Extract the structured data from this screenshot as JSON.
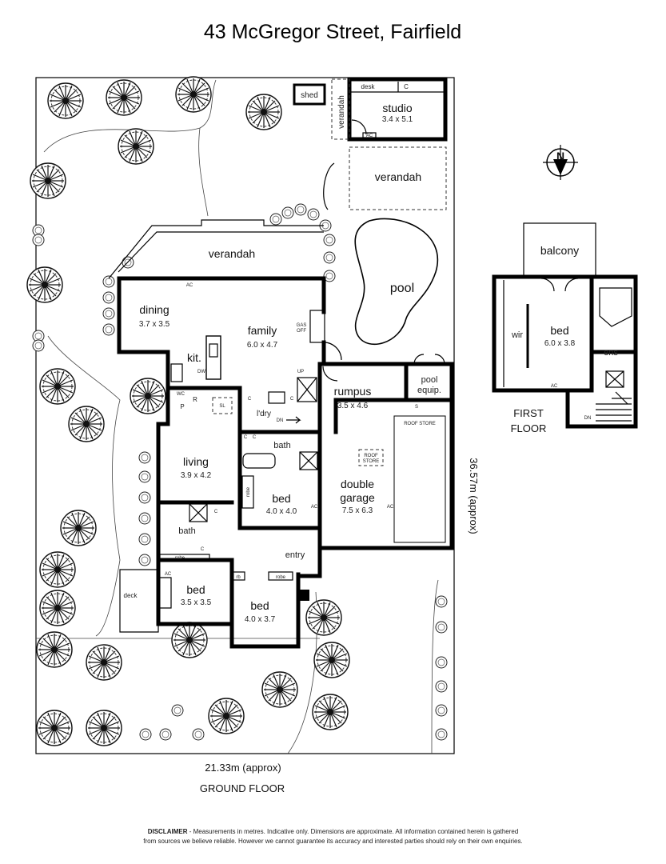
{
  "title": "43 McGregor Street, Fairfield",
  "ground_floor": {
    "label": "GROUND FLOOR",
    "width_dim": "21.33m (approx)",
    "depth_dim": "36.57m (approx)",
    "rooms": {
      "shed": "shed",
      "studio": {
        "name": "studio",
        "dim": "3.4 x 5.1"
      },
      "desk": "desk",
      "verandah_side": "verandah",
      "verandah_rear": "verandah",
      "verandah_main": "verandah",
      "pool": "pool",
      "dining": {
        "name": "dining",
        "dim": "3.7 x 3.5"
      },
      "family": {
        "name": "family",
        "dim": "6.0 x 4.7"
      },
      "kitchen": "kit.",
      "rumpus": {
        "name": "rumpus",
        "dim": "3.5 x 4.6"
      },
      "pool_equip_1": "pool",
      "pool_equip_2": "equip.",
      "laundry": "l'dry",
      "bath_mid": "bath",
      "living": {
        "name": "living",
        "dim": "3.9 x 4.2"
      },
      "bed_mid": {
        "name": "bed",
        "dim": "4.0 x 4.0"
      },
      "double_garage_1": "double",
      "double_garage_2": "garage",
      "garage_dim": "7.5 x 6.3",
      "bath_left": "bath",
      "entry": "entry",
      "bed_left": {
        "name": "bed",
        "dim": "3.5 x 3.5"
      },
      "bed_front": {
        "name": "bed",
        "dim": "4.0 x 3.7"
      },
      "deck": "deck"
    },
    "small_labels": {
      "ac": "AC",
      "c": "C",
      "gas": "GAS",
      "off": "OFF",
      "up": "UP",
      "dn": "DN",
      "dw": "DW",
      "wc": "WC",
      "p": "P",
      "r": "R",
      "sl": "SL",
      "s": "S",
      "robe": "robe",
      "rb": "rb",
      "roof_store": "ROOF STORE",
      "roof_store_a": "ROOF",
      "roof_store_b": "STORE"
    }
  },
  "first_floor": {
    "label_1": "FIRST",
    "label_2": "FLOOR",
    "rooms": {
      "balcony": "balcony",
      "wir": "wir",
      "bed": {
        "name": "bed",
        "dim": "6.0 x 3.8"
      },
      "ens": "ens"
    },
    "ac": "AC",
    "dn": "DN"
  },
  "compass": "N",
  "disclaimer": {
    "bold": "DISCLAIMER",
    "line1": " - Measurements in metres. Indicative only. Dimensions are approximate. All information contained herein is gathered",
    "line2": "from sources we believe reliable. However we cannot guarantee its accuracy and interested parties should rely on their own enquiries."
  }
}
